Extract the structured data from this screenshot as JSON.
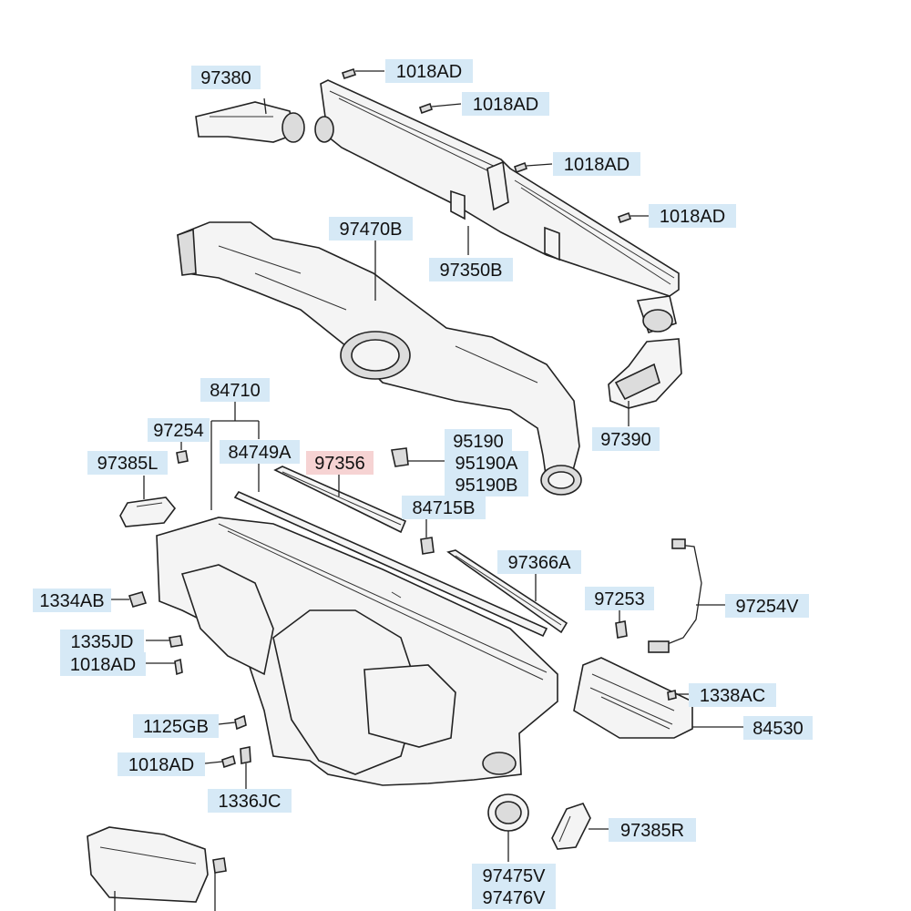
{
  "diagram": {
    "labels": {
      "p97380": "97380",
      "p1018ad_a": "1018AD",
      "p1018ad_b": "1018AD",
      "p1018ad_c": "1018AD",
      "p1018ad_d": "1018AD",
      "p97470b": "97470B",
      "p97350b": "97350B",
      "p97390": "97390",
      "p84710": "84710",
      "p97254": "97254",
      "p97385l": "97385L",
      "p84749a": "84749A",
      "p97356": "97356",
      "p95190": "95190",
      "p95190a": "95190A",
      "p95190b": "95190B",
      "p84715b": "84715B",
      "p97366a": "97366A",
      "p97253": "97253",
      "p97254v": "97254V",
      "p1334ab": "1334AB",
      "p1335jd": "1335JD",
      "p1018ad_e": "1018AD",
      "p1338ac": "1338AC",
      "p1125gb": "1125GB",
      "p84530": "84530",
      "p1018ad_f": "1018AD",
      "p1336jc": "1336JC",
      "p97385r": "97385R",
      "p97475v": "97475V",
      "p97476v": "97476V"
    },
    "highlight_color": "#f6d3d3",
    "label_color": "#d6e9f6"
  }
}
